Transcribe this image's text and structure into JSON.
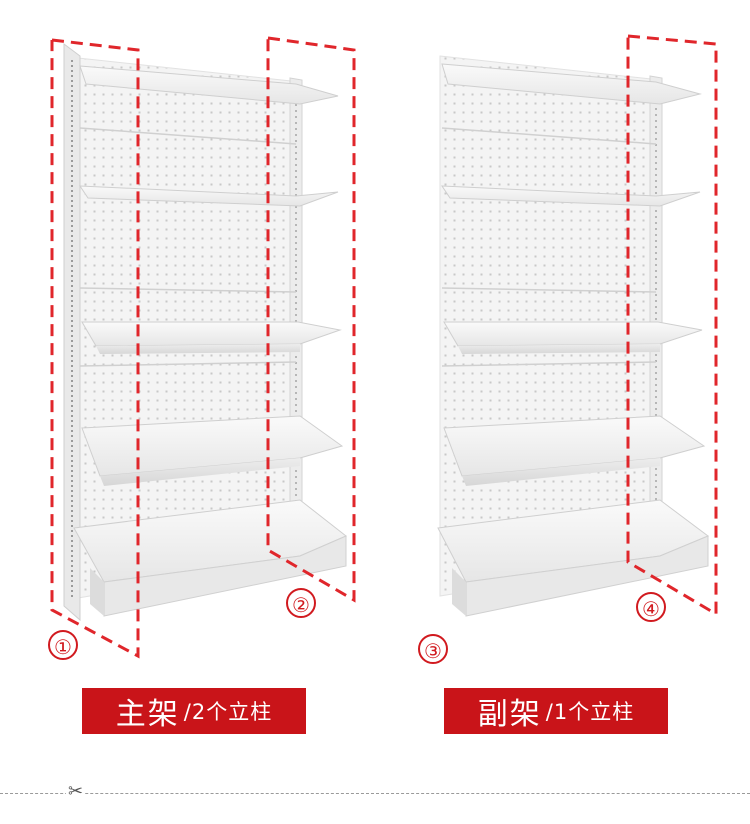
{
  "markers": [
    "①",
    "②",
    "③",
    "④"
  ],
  "labels": {
    "main_frame": {
      "title": "主架",
      "detail": "/2个立柱"
    },
    "sub_frame": {
      "title": "副架",
      "detail": "/1个立柱"
    }
  },
  "colors": {
    "accent": "#c91419",
    "dash": "#e0262b",
    "shelf": "#f3f3f3"
  },
  "cut_icon": "scissors-icon"
}
